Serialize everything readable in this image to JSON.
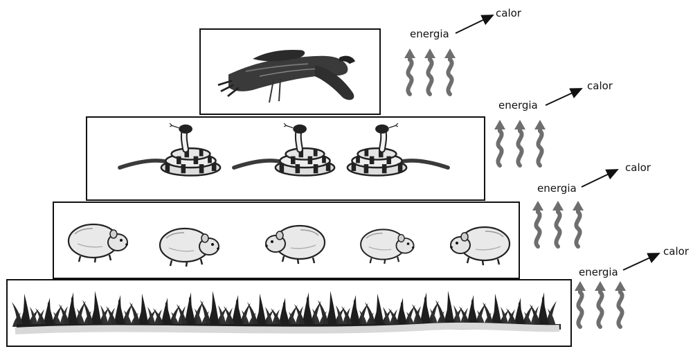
{
  "levels": [
    {
      "organism": "hawk",
      "count": 1,
      "energy_label": "energia",
      "heat_label": "calor"
    },
    {
      "organism": "snake",
      "count": 3,
      "energy_label": "energia",
      "heat_label": "calor"
    },
    {
      "organism": "mouse",
      "count": 5,
      "energy_label": "energia",
      "heat_label": "calor"
    },
    {
      "organism": "grass",
      "count": 1,
      "energy_label": "energia",
      "heat_label": "calor"
    }
  ],
  "colors": {
    "frame": "#111111",
    "heat_wave": "#6e6e6e",
    "background": "#ffffff"
  },
  "icons": [
    "hawk-icon",
    "snake-icon",
    "mouse-icon",
    "grass-icon",
    "heat-wave-icon",
    "arrow-icon"
  ]
}
